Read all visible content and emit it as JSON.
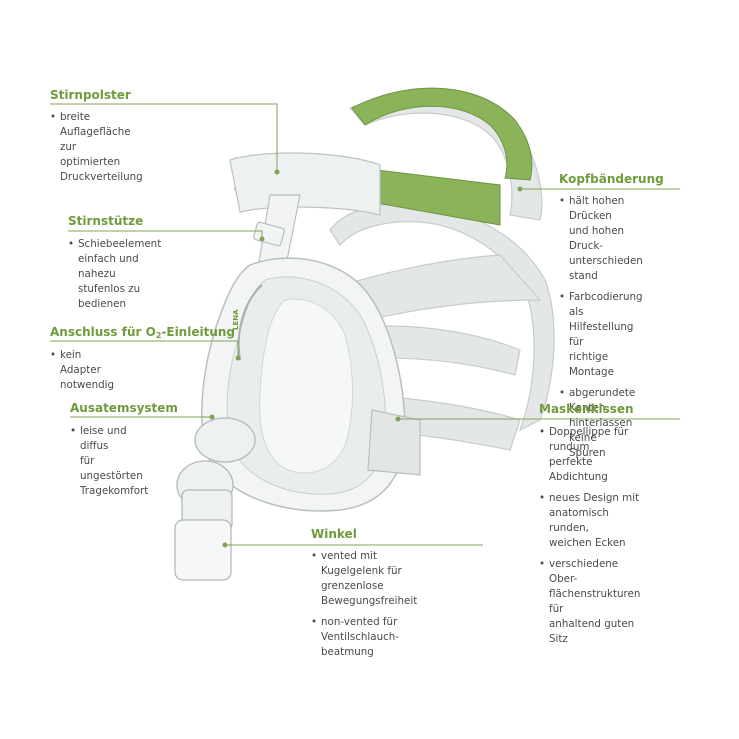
{
  "colors": {
    "accent": "#6f9b3c",
    "text": "#4a4a4a",
    "strap": "#8bb35a",
    "frame": "#d8dcdc"
  },
  "callouts": [
    {
      "id": "stirnpolster",
      "title": "Stirnpolster",
      "items": [
        "breite Auflagefläche zur\noptimierten Druckverteilung"
      ]
    },
    {
      "id": "stirnstuetze",
      "title": "Stirnstütze",
      "items": [
        "Schiebeelement einfach und\nnahezu stufenlos zu bedienen"
      ]
    },
    {
      "id": "anschluss",
      "title_pre": "Anschluss für O",
      "title_sub": "2",
      "title_post": "-Einleitung",
      "items": [
        "kein Adapter notwendig"
      ]
    },
    {
      "id": "ausatemsystem",
      "title": "Ausatemsystem",
      "items": [
        "leise und diffus\nfür ungestörten\nTragekomfort"
      ]
    },
    {
      "id": "kopfbaenderung",
      "title": "Kopfbänderung",
      "items": [
        "hält hohen Drücken\nund hohen Druck-\nunterschieden stand",
        "Farbcodierung als\nHilfestellung für\nrichtige Montage",
        "abgerundete Kanten\nhinterlassen keine\nSpuren"
      ]
    },
    {
      "id": "maskenkissen",
      "title": "Maskenkissen",
      "items": [
        "Doppellippe für rundum\nperfekte Abdichtung",
        "neues Design mit\nanatomisch runden,\nweichen Ecken",
        "verschiedene Ober-\nflächenstrukturen für\nanhaltend guten Sitz"
      ]
    },
    {
      "id": "winkel",
      "title": "Winkel",
      "items": [
        "vented mit Kugelgelenk für\ngrenzenlose Bewegungsfreiheit",
        "non-vented für Ventilschlauch-\nbeatmung"
      ]
    }
  ],
  "mask_label": "LENA",
  "bullet": "•"
}
